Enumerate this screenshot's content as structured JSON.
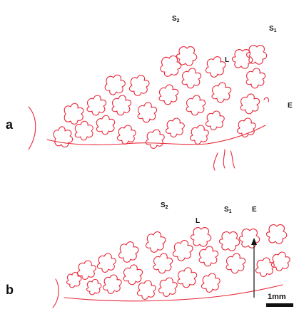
{
  "panels": {
    "a": {
      "letter": "a",
      "labels": {
        "s2": "S",
        "s2_sub": "2",
        "l": "L",
        "s1": "S",
        "s1_sub": "1",
        "e": "E"
      }
    },
    "b": {
      "letter": "b",
      "labels": {
        "s2": "S",
        "s2_sub": "2",
        "l": "L",
        "s1": "S",
        "s1_sub": "1",
        "e": "E"
      }
    }
  },
  "scale_bar": {
    "label": "1mm"
  },
  "colors": {
    "suture": "#e8293a",
    "ink": "#111111"
  }
}
